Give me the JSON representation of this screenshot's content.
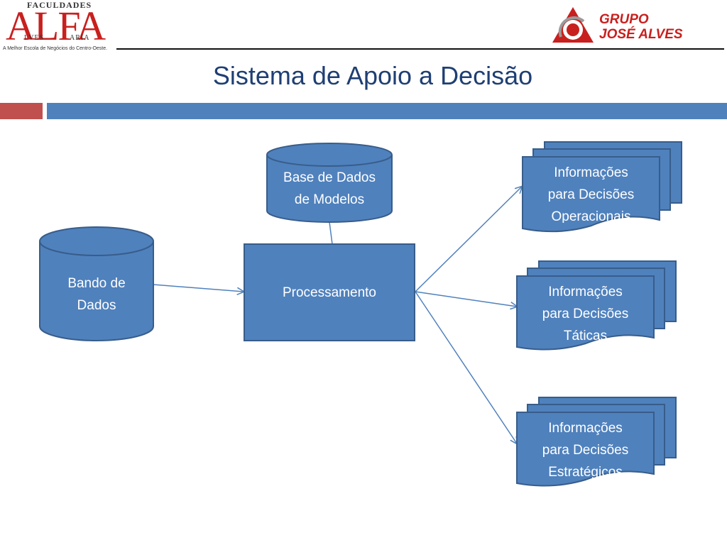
{
  "header": {
    "alfa_logo": {
      "top": "FACULDADES",
      "main": "ALFA",
      "sub_left": "LVES",
      "sub_right": "ARIA",
      "slogan": "A Melhor Escola de Negócios do Centro-Oeste."
    },
    "grupo_logo": {
      "line1": "GRUPO",
      "line2": "JOSÉ ALVES"
    }
  },
  "slide": {
    "title": "Sistema de Apoio a Decisão"
  },
  "diagram": {
    "nodes": {
      "bando_de_dados": "Bando de\nDados",
      "base_de_dados_de_modelos": "Base de Dados\nde Modelos",
      "processamento": "Processamento",
      "decisoes_operacionais": "Informações\npara Decisões\nOperacionais",
      "decisoes_taticas": "Informações\npara Decisões\nTáticas",
      "decisoes_estrategicos": "Informações\npara Decisões\nEstratégicos"
    }
  },
  "colors": {
    "node_fill": "#4f81bd",
    "node_stroke": "#385d8a",
    "arrow": "#4f81bd",
    "title": "#1f3f73",
    "accent_red": "#c0504d",
    "logo_red": "#c8201e"
  }
}
